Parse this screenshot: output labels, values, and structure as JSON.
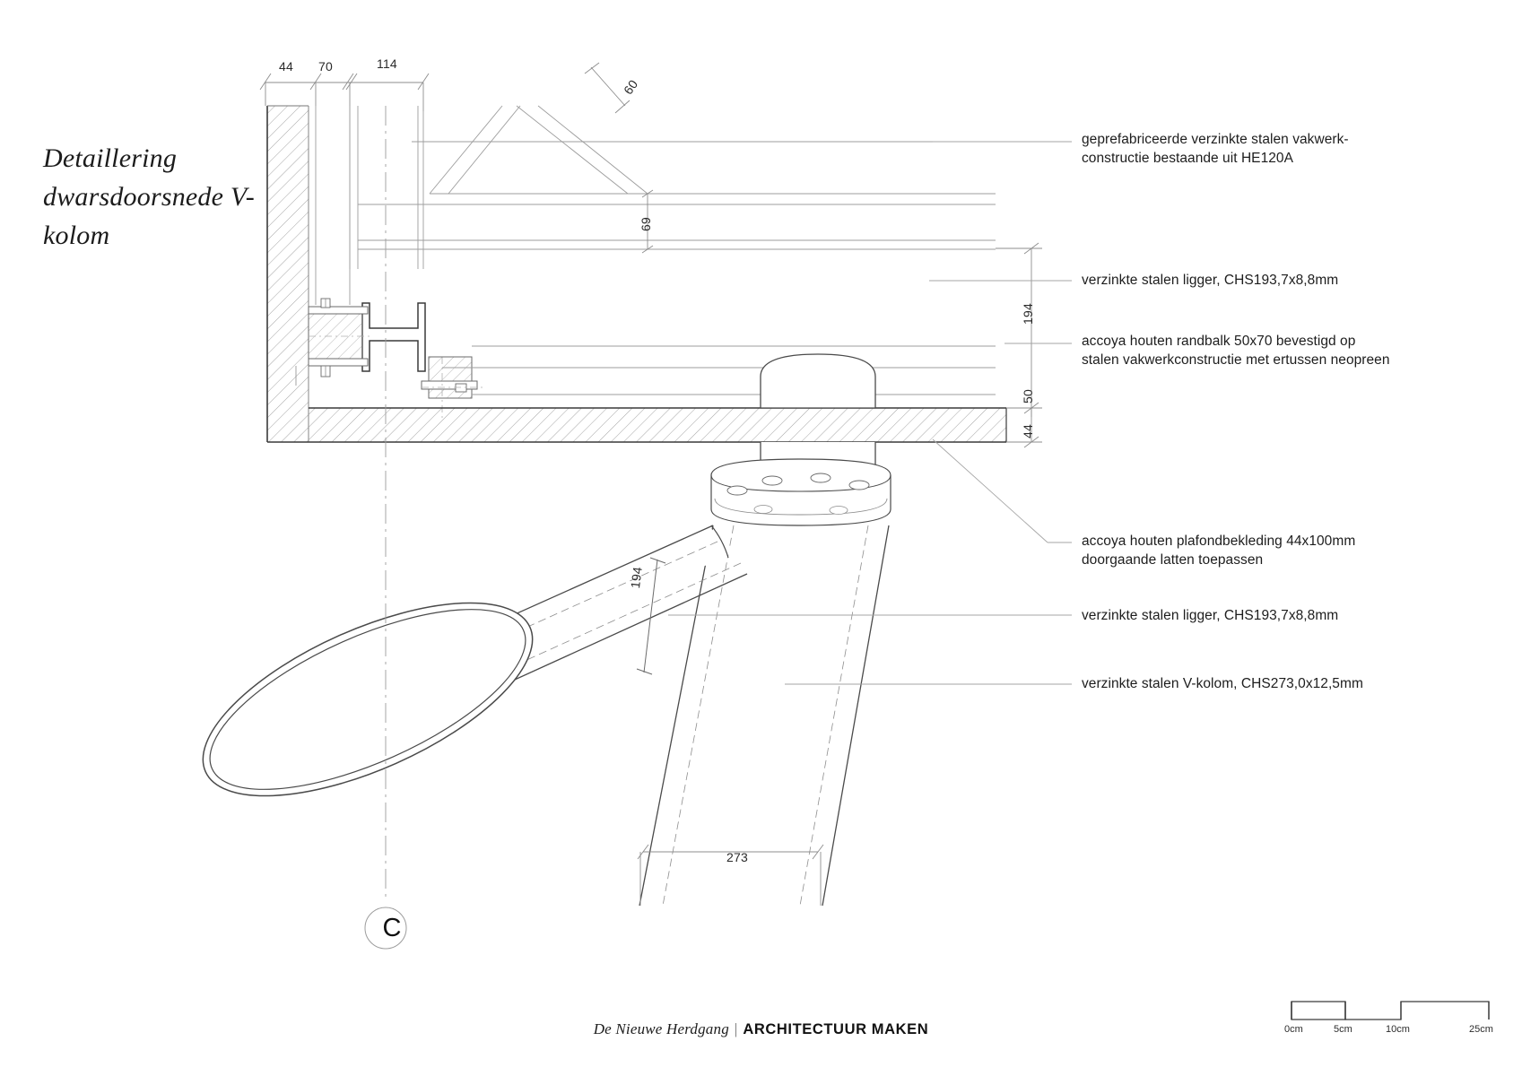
{
  "sheet": {
    "title_lines": "Detaillering\ndwarsdoorsnede\nV-kolom",
    "section_marker": "C",
    "background_color": "#ffffff",
    "line_color": "#3a3a3a",
    "thin_line_color": "#9a9a9a"
  },
  "dimensions": {
    "top_chain": [
      {
        "label": "44"
      },
      {
        "label": "70"
      },
      {
        "label": "114"
      }
    ],
    "angled": {
      "label": "60"
    },
    "interior_vertical": {
      "label": "69"
    },
    "right_chain": [
      {
        "label": "194"
      },
      {
        "label": "50"
      },
      {
        "label": "44"
      }
    ],
    "column_beam": {
      "label": "194"
    },
    "column_diameter": {
      "label": "273"
    }
  },
  "notes": [
    {
      "id": "truss",
      "text": "geprefabriceerde verzinkte stalen vakwerk-\nconstructie bestaande uit HE120A"
    },
    {
      "id": "beam-upper",
      "text": "verzinkte stalen ligger, CHS193,7x8,8mm"
    },
    {
      "id": "edge-beam",
      "text": "accoya houten randbalk 50x70 bevestigd op\nstalen vakwerkconstructie met ertussen neopreen"
    },
    {
      "id": "ceiling",
      "text": "accoya houten plafondbekleding 44x100mm\ndoorgaande latten toepassen"
    },
    {
      "id": "beam-lower",
      "text": "verzinkte stalen ligger, CHS193,7x8,8mm"
    },
    {
      "id": "v-column",
      "text": "verzinkte stalen V-kolom, CHS273,0x12,5mm"
    }
  ],
  "scale_bar": {
    "ticks": [
      "0cm",
      "5cm",
      "10cm",
      "25cm"
    ]
  },
  "footer": {
    "project": "De Nieuwe Herdgang",
    "separator": "|",
    "office": "ARCHITECTUUR MAKEN"
  }
}
